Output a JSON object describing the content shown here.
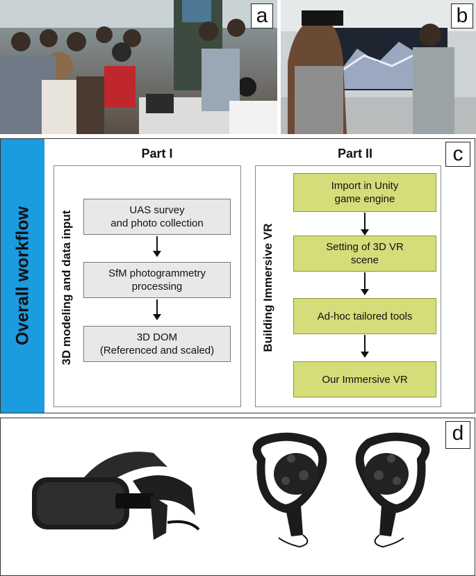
{
  "panel_a": {
    "letter": "a"
  },
  "panel_b": {
    "letter": "b"
  },
  "panel_c": {
    "letter": "c",
    "side_title": "Overall workflow",
    "part1": {
      "title": "Part I",
      "side_label": "3D modeling and data input",
      "steps": [
        {
          "line1": "UAS survey",
          "line2": "and photo collection"
        },
        {
          "line1": "SfM photogrammetry",
          "line2": "processing"
        },
        {
          "line1": "3D DOM",
          "line2": "(Referenced and scaled)"
        }
      ]
    },
    "part2": {
      "title": "Part II",
      "side_label": "Building Immersive VR",
      "steps": [
        {
          "line1": "Import in Unity",
          "line2": "game engine"
        },
        {
          "line1": "Setting of 3D VR",
          "line2": "scene"
        },
        {
          "line1": "Ad-hoc tailored tools",
          "line2": ""
        },
        {
          "line1": "Our Immersive VR",
          "line2": ""
        }
      ]
    }
  },
  "panel_d": {
    "letter": "d"
  }
}
